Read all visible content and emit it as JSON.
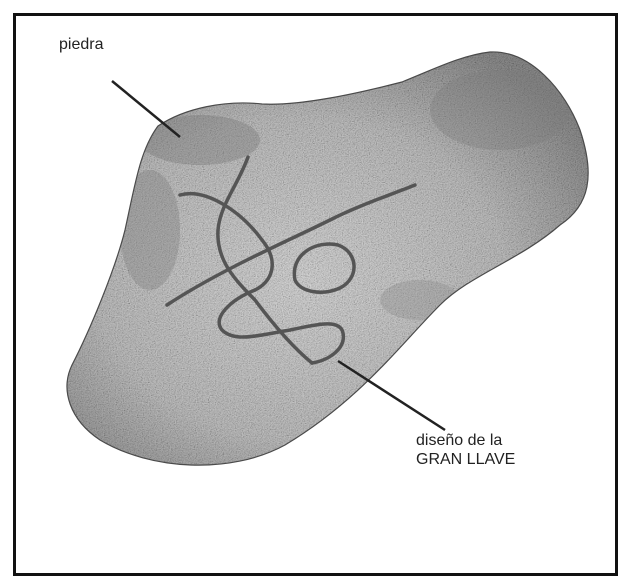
{
  "labels": {
    "stone": "piedra",
    "key_line1": "diseño de la",
    "key_line2": "GRAN LLAVE"
  },
  "colors": {
    "frame": "#111111",
    "stone_fill": "#c9c9c9",
    "stone_shade": "#8f8f8f",
    "carving": "#555555",
    "leader": "#222222"
  }
}
